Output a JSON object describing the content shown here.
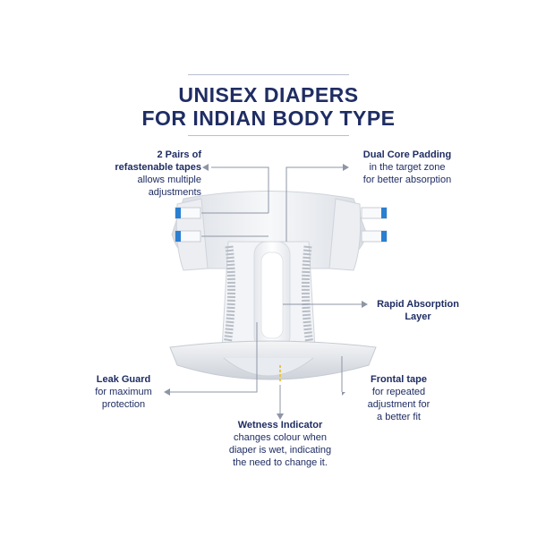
{
  "header": {
    "title_line1": "UNISEX DIAPERS",
    "title_line2": "FOR INDIAN BODY TYPE"
  },
  "callouts": {
    "tapes": {
      "heading_line1": "2 Pairs of",
      "heading_line2": "refastenable tapes",
      "body_line1": "allows multiple",
      "body_line2": "adjustments"
    },
    "dual_core": {
      "heading": "Dual Core Padding",
      "body_line1": "in the target zone",
      "body_line2": "for better absorption"
    },
    "rapid": {
      "heading_line1": "Rapid Absorption",
      "heading_line2": "Layer"
    },
    "leak_guard": {
      "heading": "Leak Guard",
      "body_line1": "for maximum",
      "body_line2": "protection"
    },
    "frontal_tape": {
      "heading": "Frontal tape",
      "body_line1": "for repeated",
      "body_line2": "adjustment for",
      "body_line3": "a better fit"
    },
    "wetness": {
      "heading": "Wetness Indicator",
      "body_line1": "changes colour when",
      "body_line2": "diaper is wet, indicating",
      "body_line3": "the need to change it."
    }
  },
  "colors": {
    "navy": "#1f2d63",
    "line_gray": "#8e95a6",
    "tape_blue": "#2a7fd0",
    "indicator_yellow": "#e6c64a"
  }
}
